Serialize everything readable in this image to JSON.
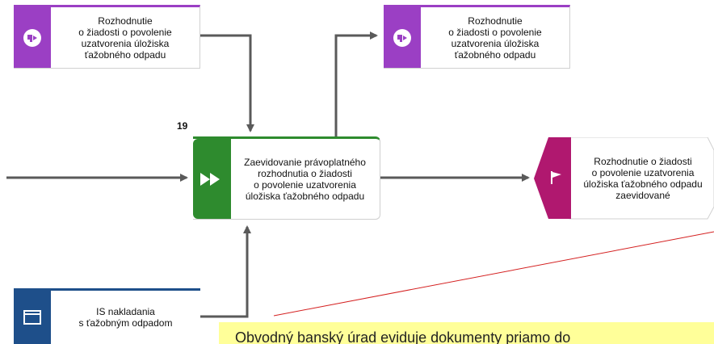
{
  "diagram": {
    "step_number": "19",
    "nodes": {
      "doc_top_left": {
        "label": "Rozhodnutie\no žiadosti o povolenie\nuzatvorenia úložiska\nťažobného odpadu",
        "icon": "document-decision-icon"
      },
      "doc_top_right": {
        "label": "Rozhodnutie\no žiadosti o povolenie\nuzatvorenia úložiska\nťažobného odpadu",
        "icon": "document-decision-icon"
      },
      "function": {
        "label": "Zaevidovanie právoplatného\nrozhodnutia o žiadosti\no povolenie uzatvorenia\núložiska ťažobného odpadu",
        "icon": "fast-forward-icon"
      },
      "event": {
        "label": "Rozhodnutie o žiadosti\no povolenie uzatvorenia\núložiska ťažobného odpadu\nzaevidované",
        "icon": "flag-icon"
      },
      "system": {
        "label": "IS nakladania\ns ťažobným odpadom",
        "icon": "window-icon"
      }
    },
    "note": {
      "text": "Obvodný banský úrad eviduje dokumenty priamo do"
    },
    "colors": {
      "document": "#9b3fc4",
      "function": "#2e8b2e",
      "event": "#b0186f",
      "system": "#1e4f8a",
      "connector": "#5a5a5a",
      "note_line": "#d42020",
      "note_fill": "#ffff99"
    }
  }
}
